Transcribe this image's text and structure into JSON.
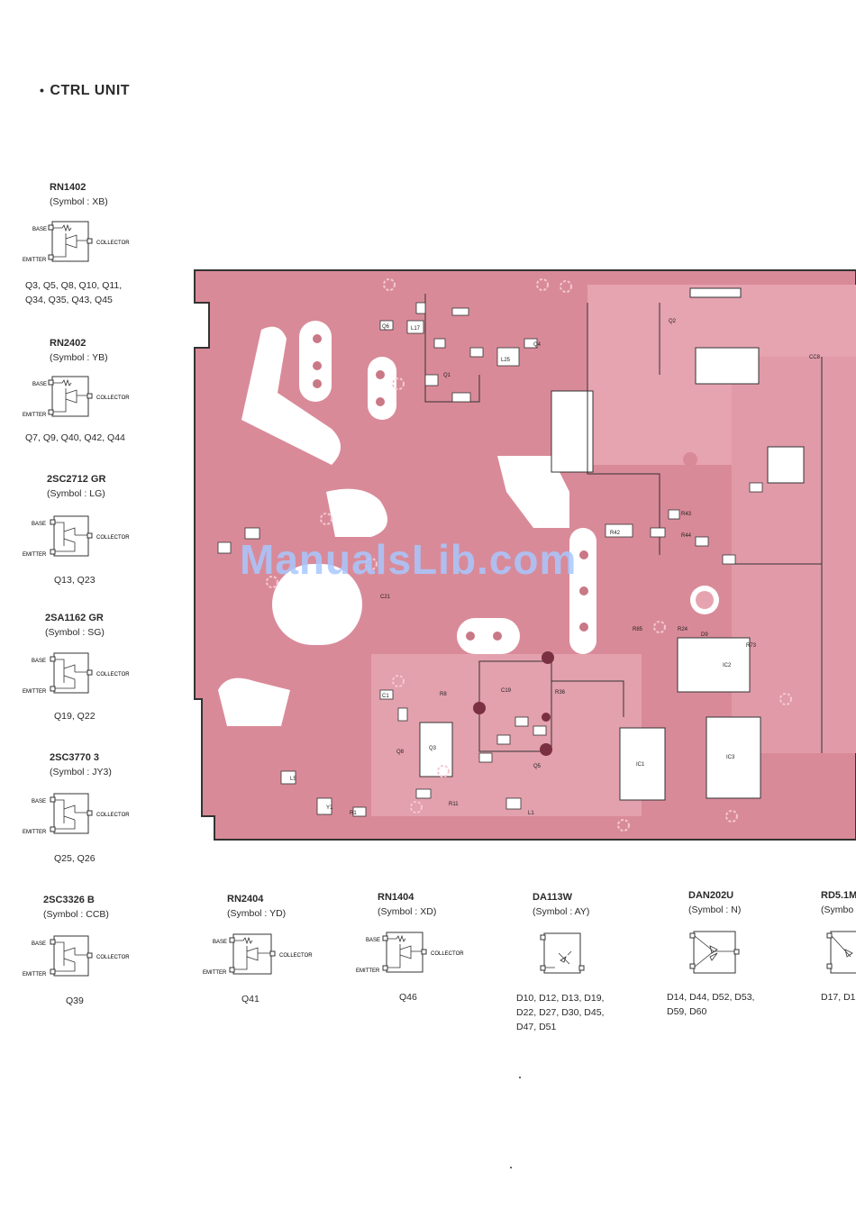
{
  "page": {
    "title_bullet": "•",
    "title": "CTRL UNIT",
    "watermark": "ManualsLib.com"
  },
  "transistors_left": [
    {
      "part": "RN1402",
      "symbol": "(Symbol : XB)",
      "refs": [
        "Q3, Q5, Q8, Q10, Q11,",
        "Q34, Q35, Q43, Q45"
      ],
      "type": "resistor-pnp"
    },
    {
      "part": "RN2402",
      "symbol": "(Symbol : YB)",
      "refs": [
        "Q7, Q9, Q40, Q42, Q44"
      ],
      "type": "resistor-npn"
    },
    {
      "part": "2SC2712  GR",
      "symbol": "(Symbol : LG)",
      "refs": [
        "Q13, Q23"
      ],
      "type": "plain"
    },
    {
      "part": "2SA1162  GR",
      "symbol": "(Symbol : SG)",
      "refs": [
        "Q19, Q22"
      ],
      "type": "plain"
    },
    {
      "part": "2SC3770  3",
      "symbol": "(Symbol : JY3)",
      "refs": [
        "Q25, Q26"
      ],
      "type": "plain"
    },
    {
      "part": "2SC3326  B",
      "symbol": "(Symbol : CCB)",
      "refs": [
        "Q39"
      ],
      "type": "plain"
    }
  ],
  "components_bottom": [
    {
      "part": "RN2404",
      "symbol": "(Symbol : YD)",
      "refs": [
        "Q41"
      ]
    },
    {
      "part": "RN1404",
      "symbol": "(Symbol : XD)",
      "refs": [
        "Q46"
      ]
    },
    {
      "part": "DA113W",
      "symbol": "(Symbol : AY)",
      "refs": [
        "D10, D12, D13, D19,",
        "D22, D27, D30, D45,",
        "D47, D51"
      ]
    },
    {
      "part": "DAN202U",
      "symbol": "(Symbol : N)",
      "refs": [
        "D14, D44, D52, D53,",
        "D59, D60"
      ]
    },
    {
      "part": "RD5.1M",
      "symbol": "(Symbo",
      "refs": [
        "D17, D1"
      ]
    }
  ],
  "pin_labels": {
    "base": "BASE",
    "emitter": "EMITTER",
    "collector": "COLLECTOR"
  },
  "pcb_labels": [
    "L25",
    "Q1",
    "Q4",
    "Q6",
    "L17",
    "R42",
    "Q2",
    "CC8",
    "R43",
    "R44",
    "L5",
    "Y1",
    "R1",
    "L1",
    "Q5",
    "Q3",
    "Q8",
    "R8",
    "C1",
    "R36",
    "IC2",
    "IC3",
    "IC1",
    "R85",
    "R24",
    "R11",
    "C21",
    "D9",
    "R73",
    "C19"
  ],
  "colors": {
    "pcb_pink": "#d98a98",
    "pcb_dark": "#b35566",
    "pcb_light": "#f3c9d2",
    "trace_white": "#ffffff",
    "watermark": "#a8c8ff"
  }
}
